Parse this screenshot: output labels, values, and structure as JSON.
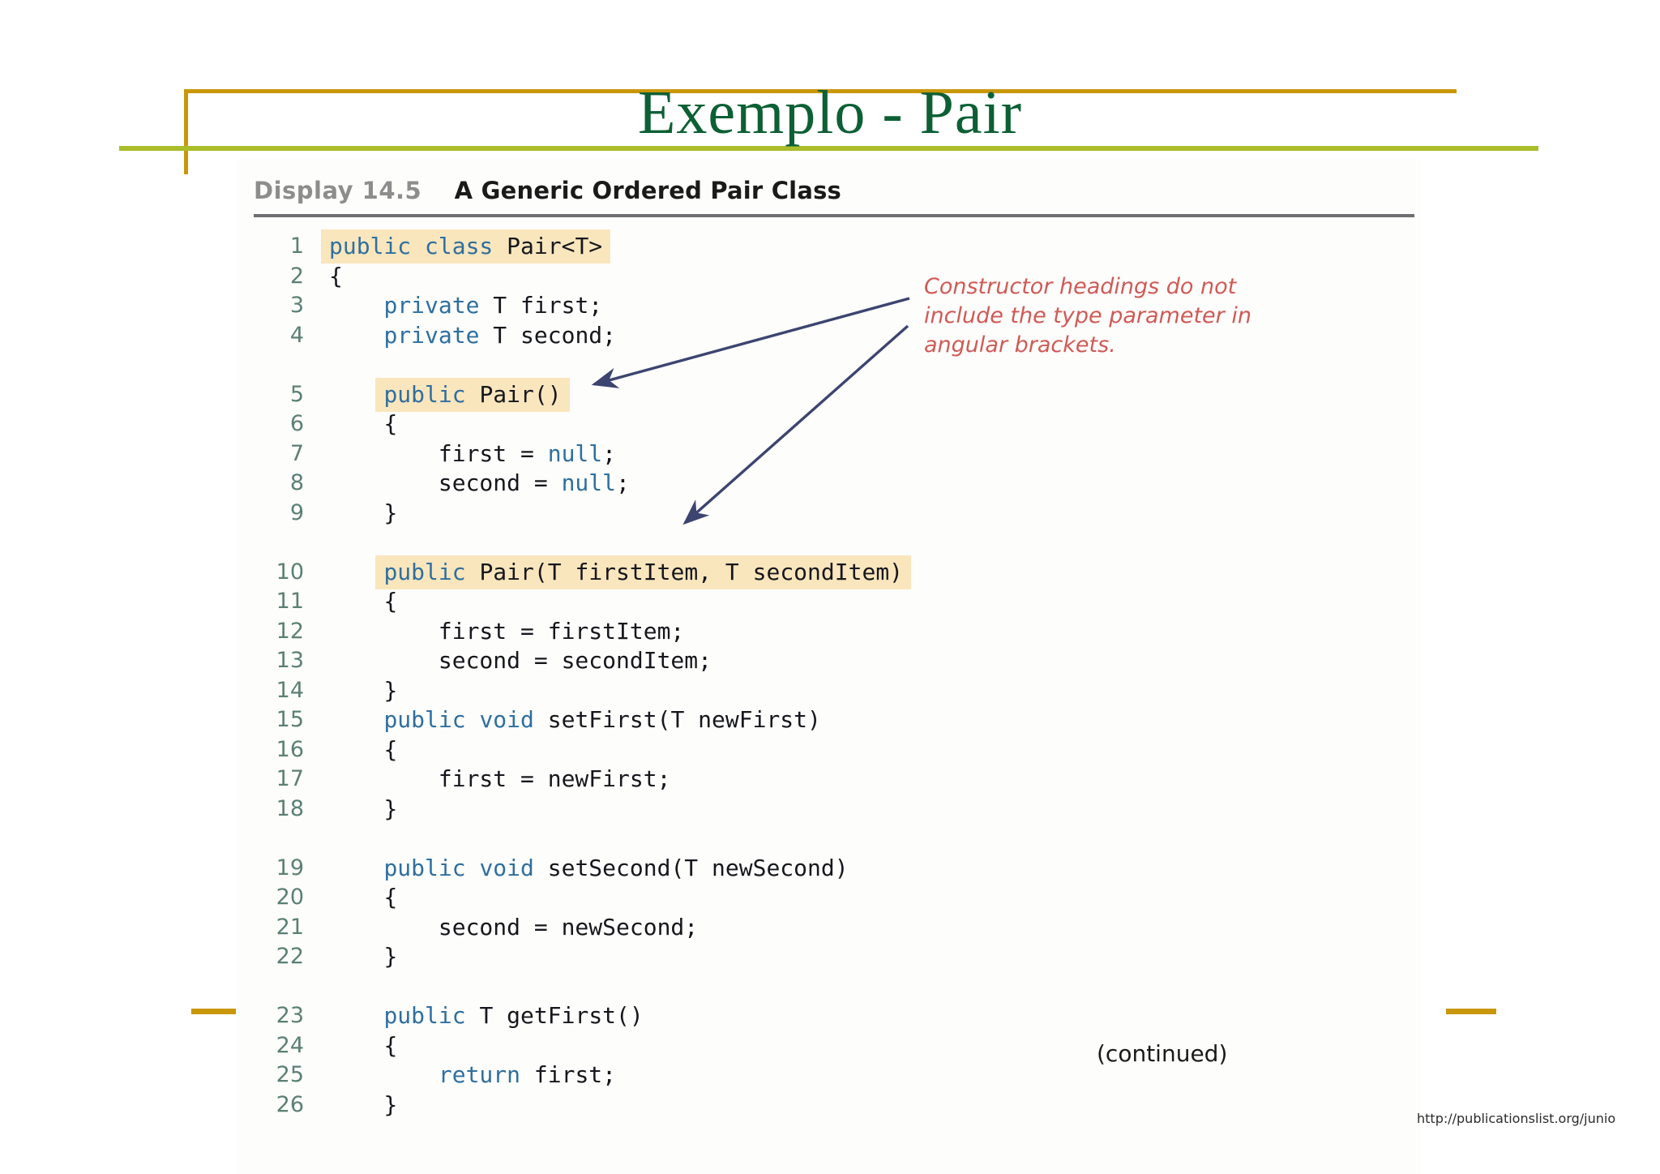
{
  "slide": {
    "title": "Exemplo - Pair",
    "accent_gold": "#c9970a",
    "accent_green_rule": "#aabd2a",
    "title_color": "#0d6034"
  },
  "figure": {
    "display_number": "Display 14.5",
    "caption": "A Generic Ordered Pair Class",
    "continued_label": "(continued)",
    "highlight_color": "#fae6bd",
    "keyword_color": "#2f6f9f",
    "line_number_color": "#5b8076",
    "code": [
      {
        "n": "1",
        "highlight": true,
        "segments": [
          {
            "t": "public class ",
            "k": true
          },
          {
            "t": "Pair<T>",
            "k": false
          }
        ]
      },
      {
        "n": "2",
        "highlight": false,
        "segments": [
          {
            "t": "{",
            "k": false
          }
        ]
      },
      {
        "n": "3",
        "highlight": false,
        "segments": [
          {
            "t": "    private ",
            "k": true
          },
          {
            "t": "T first;",
            "k": false
          }
        ]
      },
      {
        "n": "4",
        "highlight": false,
        "segments": [
          {
            "t": "    private ",
            "k": true
          },
          {
            "t": "T second;",
            "k": false
          }
        ]
      },
      {
        "n": "",
        "highlight": false,
        "segments": []
      },
      {
        "n": "5",
        "highlight": true,
        "segments": [
          {
            "t": "    public ",
            "k": true
          },
          {
            "t": "Pair()",
            "k": false
          }
        ]
      },
      {
        "n": "6",
        "highlight": false,
        "segments": [
          {
            "t": "    {",
            "k": false
          }
        ]
      },
      {
        "n": "7",
        "highlight": false,
        "segments": [
          {
            "t": "        first = ",
            "k": false
          },
          {
            "t": "null",
            "k": true
          },
          {
            "t": ";",
            "k": false
          }
        ]
      },
      {
        "n": "8",
        "highlight": false,
        "segments": [
          {
            "t": "        second = ",
            "k": false
          },
          {
            "t": "null",
            "k": true
          },
          {
            "t": ";",
            "k": false
          }
        ]
      },
      {
        "n": "9",
        "highlight": false,
        "segments": [
          {
            "t": "    }",
            "k": false
          }
        ]
      },
      {
        "n": "",
        "highlight": false,
        "segments": []
      },
      {
        "n": "10",
        "highlight": true,
        "segments": [
          {
            "t": "    public ",
            "k": true
          },
          {
            "t": "Pair(T firstItem, T secondItem)",
            "k": false
          }
        ]
      },
      {
        "n": "11",
        "highlight": false,
        "segments": [
          {
            "t": "    {",
            "k": false
          }
        ]
      },
      {
        "n": "12",
        "highlight": false,
        "segments": [
          {
            "t": "        first = firstItem;",
            "k": false
          }
        ]
      },
      {
        "n": "13",
        "highlight": false,
        "segments": [
          {
            "t": "        second = secondItem;",
            "k": false
          }
        ]
      },
      {
        "n": "14",
        "highlight": false,
        "segments": [
          {
            "t": "    }",
            "k": false
          }
        ]
      },
      {
        "n": "15",
        "highlight": false,
        "segments": [
          {
            "t": "    public void ",
            "k": true
          },
          {
            "t": "setFirst(T newFirst)",
            "k": false
          }
        ]
      },
      {
        "n": "16",
        "highlight": false,
        "segments": [
          {
            "t": "    {",
            "k": false
          }
        ]
      },
      {
        "n": "17",
        "highlight": false,
        "segments": [
          {
            "t": "        first = newFirst;",
            "k": false
          }
        ]
      },
      {
        "n": "18",
        "highlight": false,
        "segments": [
          {
            "t": "    }",
            "k": false
          }
        ]
      },
      {
        "n": "",
        "highlight": false,
        "segments": []
      },
      {
        "n": "19",
        "highlight": false,
        "segments": [
          {
            "t": "    public void ",
            "k": true
          },
          {
            "t": "setSecond(T newSecond)",
            "k": false
          }
        ]
      },
      {
        "n": "20",
        "highlight": false,
        "segments": [
          {
            "t": "    {",
            "k": false
          }
        ]
      },
      {
        "n": "21",
        "highlight": false,
        "segments": [
          {
            "t": "        second = newSecond;",
            "k": false
          }
        ]
      },
      {
        "n": "22",
        "highlight": false,
        "segments": [
          {
            "t": "    }",
            "k": false
          }
        ]
      },
      {
        "n": "",
        "highlight": false,
        "segments": []
      },
      {
        "n": "23",
        "highlight": false,
        "segments": [
          {
            "t": "    public ",
            "k": true
          },
          {
            "t": "T getFirst()",
            "k": false
          }
        ]
      },
      {
        "n": "24",
        "highlight": false,
        "segments": [
          {
            "t": "    {",
            "k": false
          }
        ]
      },
      {
        "n": "25",
        "highlight": false,
        "segments": [
          {
            "t": "        return ",
            "k": true
          },
          {
            "t": "first;",
            "k": false
          }
        ]
      },
      {
        "n": "26",
        "highlight": false,
        "segments": [
          {
            "t": "    }",
            "k": false
          }
        ]
      }
    ]
  },
  "annotation": {
    "text": "Constructor headings do not include the type parameter in angular brackets.",
    "color": "#cf5a57",
    "arrow_color": "#3c4470"
  },
  "watermark": {
    "url": "http://publicationslist.org/junio"
  }
}
